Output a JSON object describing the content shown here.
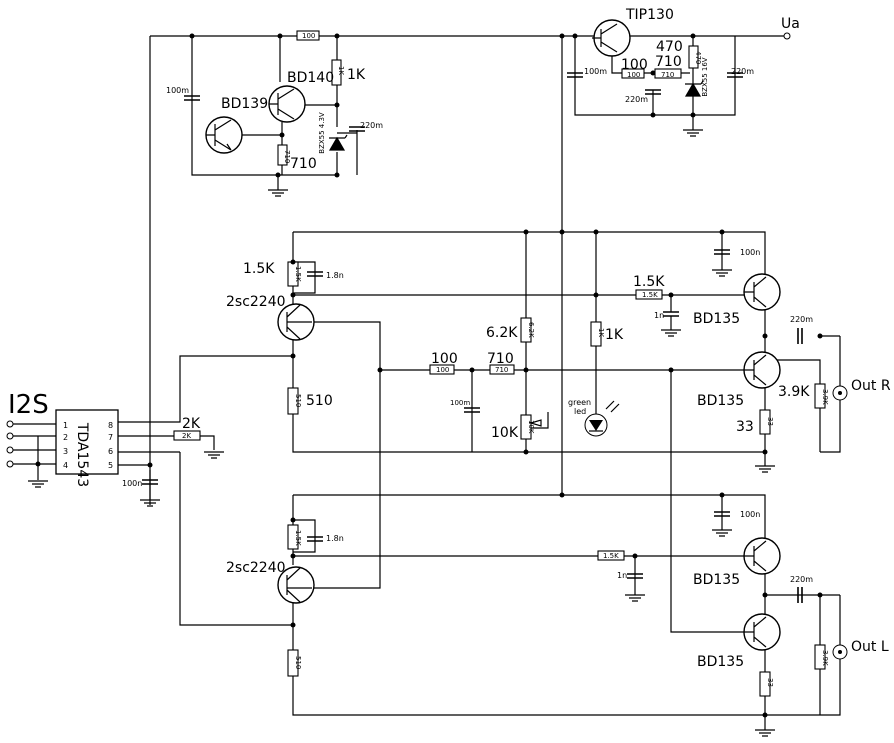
{
  "title": "I2S",
  "ic": {
    "name": "TDA1543",
    "left_pins": [
      "1",
      "2",
      "3",
      "4"
    ],
    "right_pins": [
      "8",
      "7",
      "6",
      "5"
    ]
  },
  "supply": {
    "node": "Ua",
    "out_transistor": "TIP130",
    "r_470": "470",
    "r_100": "100",
    "r_710": "710",
    "r_box_100": "100",
    "r_box_710": "710",
    "r_box_470": "470",
    "c_100m": "100m",
    "c_220m_1": "220m",
    "c_220m_2": "220m",
    "zener": "BZX55 16V"
  },
  "pre_supply": {
    "top_res": "100",
    "t_bd140": "BD140",
    "t_bd139": "BD139",
    "r_1k": "1K",
    "r_710": "710",
    "r_box_1k": "1K",
    "r_box_710": "710",
    "c_100m": "100m",
    "c_220m": "220m",
    "zener": "BZX55 4.3V"
  },
  "right_channel": {
    "r_1_5k": "1.5K",
    "c_1_8n": "1.8n",
    "t_input": "2sc2240",
    "r_510": "510",
    "r_box_1_5k": "1.5K",
    "r_box_510": "510",
    "r_100": "100",
    "r_710": "710",
    "r_box_100": "100",
    "r_box_710": "710",
    "c_100m": "100m",
    "r_6_2k": "6.2K",
    "r_box_6_2k": "6.2K",
    "pot_10k": "10K",
    "pot_box": "10K",
    "r_1k": "1K",
    "r_box_1k": "1K",
    "led": [
      "green",
      "led"
    ],
    "r_1_5k_b": "1.5K",
    "r_box_1_5k_b": "1.5K",
    "c_1n": "1n",
    "c_100n": "100n",
    "t_upper": "BD135",
    "t_lower": "BD135",
    "c_220m": "220m",
    "r_3_9k": "3.9K",
    "r_box_3_9k": "3.9K",
    "r_33": "33",
    "r_box_33": "33",
    "output": "Out R"
  },
  "left_channel": {
    "c_1_8n": "1.8n",
    "t_input": "2sc2240",
    "r_box_1_5k": "1.5K",
    "r_box_510": "510",
    "r_box_1_5k_b": "1.5K",
    "c_1n": "1n",
    "c_100n": "100n",
    "t_upper": "BD135",
    "t_lower": "BD135",
    "c_220m": "220m",
    "r_box_3_9k": "3.9K",
    "r_box_33": "33",
    "output": "Out L"
  },
  "dac": {
    "r_2k": "2K",
    "r_box_2k": "2K",
    "c_100n": "100n"
  }
}
